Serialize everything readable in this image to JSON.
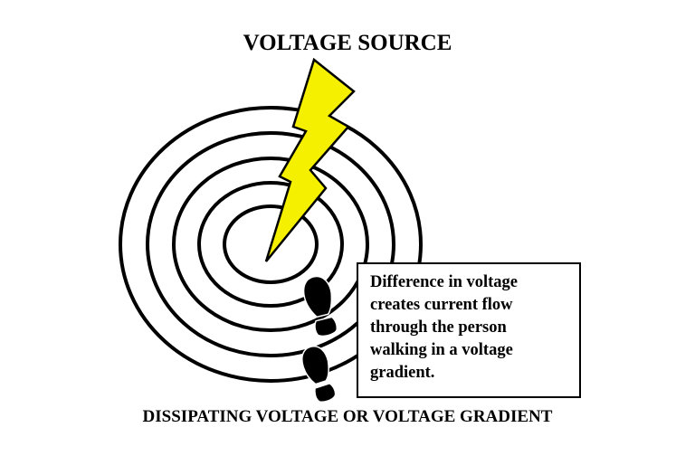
{
  "labels": {
    "top_title": "VOLTAGE SOURCE",
    "bottom_title": "DISSIPATING VOLTAGE OR VOLTAGE GRADIENT"
  },
  "callout": {
    "lines": [
      "Difference in voltage",
      "creates current flow",
      "through the person",
      "walking in a voltage",
      "gradient."
    ]
  },
  "colors": {
    "lightning_fill": "#f5f000",
    "stroke": "#000000",
    "background": "#ffffff"
  },
  "rings": {
    "count": 5
  },
  "footprints": {
    "count": 2
  },
  "icons": [
    "lightning-bolt-icon",
    "footprint-icon"
  ]
}
